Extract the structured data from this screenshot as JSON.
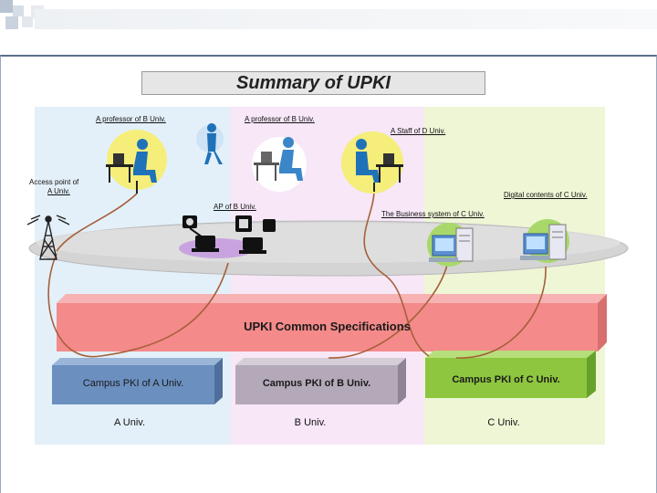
{
  "title": "Summary of UPKI",
  "labels": {
    "professor_b_1": "A professor of B Univ.",
    "professor_b_2": "A professor of B Univ.",
    "staff_d": "A Staff of D Univ.",
    "access_point_line1": "Access point of",
    "access_point_line2": "A Univ.",
    "ap_b": "AP of B Univ.",
    "digital_contents_c": "Digital contents of C Univ.",
    "business_system_c": "The Business system of C Univ."
  },
  "common_spec": "UPKI Common Specifications",
  "campus": [
    {
      "label": "Campus PKI of A Univ.",
      "univ": "A Univ."
    },
    {
      "label": "Campus PKI of B Univ.",
      "univ": "B Univ."
    },
    {
      "label": "Campus PKI of C Univ.",
      "univ": "C Univ."
    }
  ],
  "colors": {
    "panel_a": "#e3f0f9",
    "panel_b": "#f7e7f7",
    "panel_c": "#eef6d6",
    "spec_bar": "#f48a8a",
    "campus_a": "#6b8fbf",
    "campus_b": "#b4a9b8",
    "campus_c": "#8ec63f",
    "curve": "#a5603a",
    "person": "#1f72b8",
    "halo": "#f5ee7a"
  }
}
